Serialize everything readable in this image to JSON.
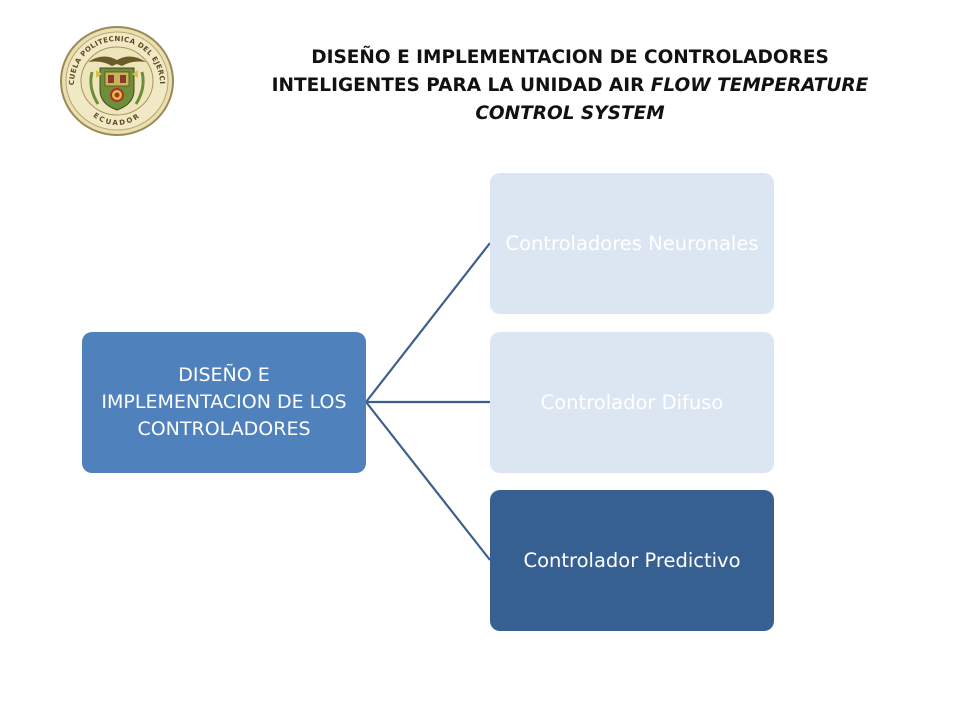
{
  "title": {
    "line1": "DISEÑO E IMPLEMENTACION DE CONTROLADORES",
    "line2_normal": "INTELIGENTES PARA LA UNIDAD AIR ",
    "line2_italic": "FLOW TEMPERATURE",
    "line3_italic": "CONTROL SYSTEM"
  },
  "logo": {
    "top_text": "ESCUELA POLITECNICA DEL EJERCITO",
    "bottom_text": "ECUADOR"
  },
  "diagram": {
    "root": {
      "label": "DISEÑO E IMPLEMENTACION DE LOS CONTROLADORES"
    },
    "children": [
      {
        "label": "Controladores Neuronales"
      },
      {
        "label": "Controlador Difuso"
      },
      {
        "label": "Controlador Predictivo"
      }
    ]
  },
  "colors": {
    "root_fill": "#4f81bd",
    "light_fill": "#dce6f2",
    "dark_fill": "#376092",
    "connector": "#3d5f8f"
  }
}
